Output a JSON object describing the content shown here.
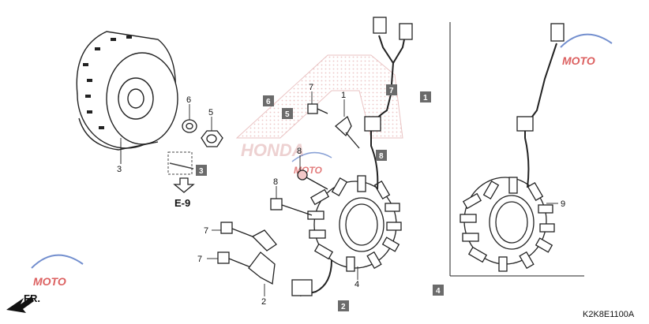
{
  "diagram": {
    "code": "K2K8E1100A",
    "ref_page": "E-9",
    "front_label": "FR.",
    "brand_watermark": "HONDA",
    "site_watermark": "MOTO",
    "callouts": {
      "c1": "1",
      "c2": "2",
      "c3": "3",
      "c4": "4",
      "c5": "5",
      "c6": "6",
      "c7a": "7",
      "c7b": "7",
      "c7c": "7",
      "c8a": "8",
      "c8b": "8",
      "c9": "9"
    },
    "boxed_labels": {
      "b1": "1",
      "b2": "2",
      "b3": "3",
      "b4": "4",
      "b5": "5",
      "b6": "6",
      "b7": "7",
      "b8": "8"
    },
    "colors": {
      "line": "#222222",
      "box": "#6b6b6b",
      "watermark": "#e8b7b7",
      "moto_red": "#d64545",
      "moto_blue": "#5a7bc6"
    }
  }
}
